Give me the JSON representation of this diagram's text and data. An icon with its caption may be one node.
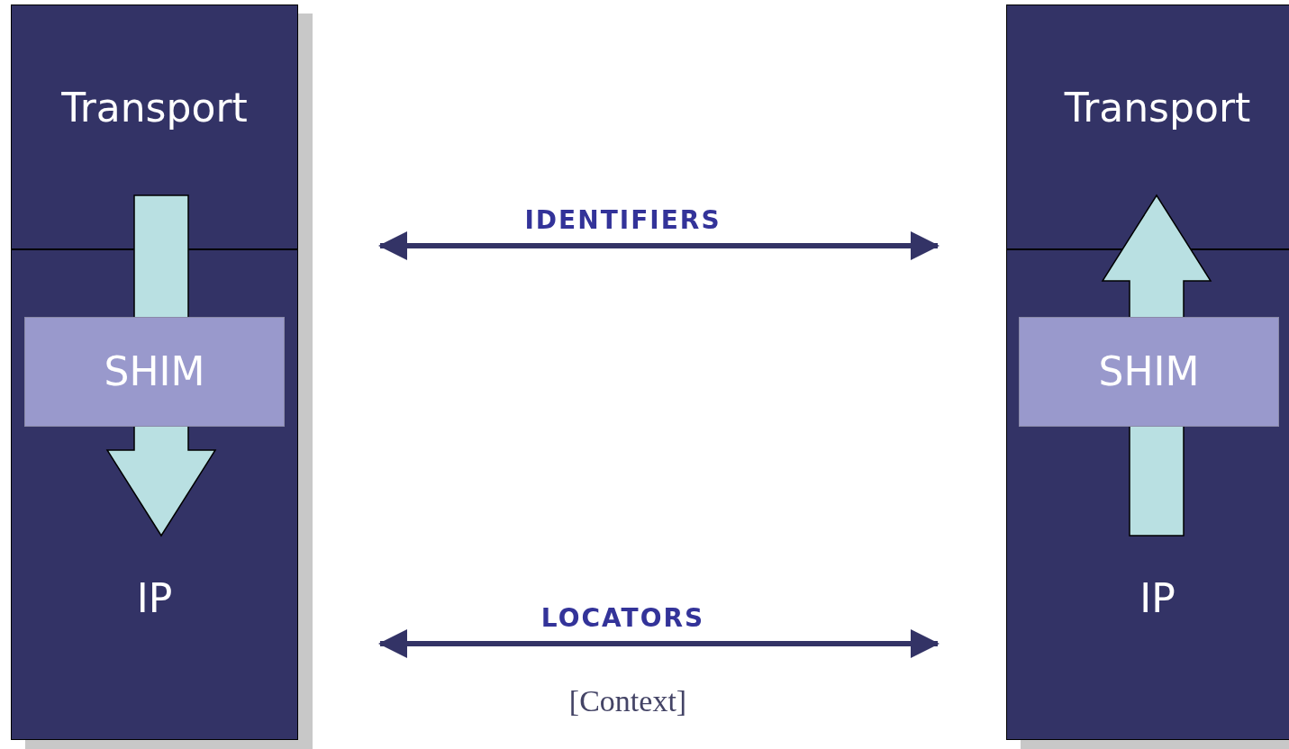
{
  "diagram": {
    "nodes": [
      {
        "text": [
          "Transport"
        ]
      },
      {
        "text": [
          "SHIM"
        ],
        "in": 2
      },
      {
        "text": [
          "IP"
        ]
      },
      {
        "text": [
          "Transport"
        ]
      },
      {
        "text": [
          "SHIM"
        ],
        "in": 5
      },
      {
        "text": [
          "IP"
        ]
      }
    ],
    "edges": [
      {
        "from": 0,
        "to": 2,
        "arrow": "to",
        "style": "thick",
        "color": "#b9e0e2"
      },
      {
        "from": 5,
        "to": 3,
        "arrow": "to",
        "style": "thick",
        "color": "#b9e0e2"
      },
      {
        "from": 0,
        "to": 3,
        "arrow": "both",
        "label": "IDENTIFIERS"
      },
      {
        "from": 2,
        "to": 5,
        "arrow": "both",
        "label": "LOCATORS"
      }
    ],
    "labels": [
      "[Context]"
    ]
  }
}
